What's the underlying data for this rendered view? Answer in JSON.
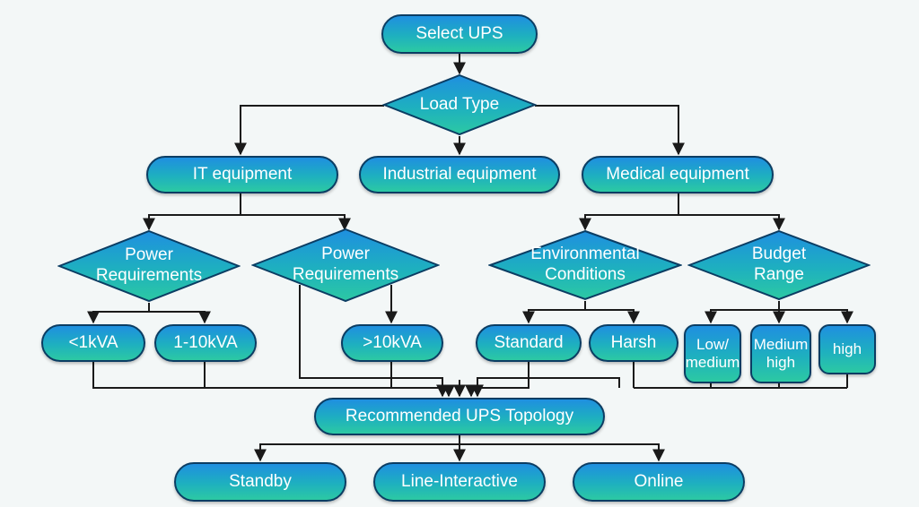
{
  "nodes": {
    "select_ups": "Select UPS",
    "load_type": "Load Type",
    "it_equipment": "IT equipment",
    "industrial_equipment": "Industrial equipment",
    "medical_equipment": "Medical equipment",
    "power_req_1": "Power\nRequirements",
    "power_req_2": "Power\nRequirements",
    "environmental_conditions": "Environmental\nConditions",
    "budget_range": "Budget\nRange",
    "lt_1kva": "<1kVA",
    "kva_1_10": "1-10kVA",
    "gt_10kva": ">10kVA",
    "standard": "Standard",
    "harsh": "Harsh",
    "low_medium": "Low/\nmedium",
    "medium_high": "Medium\nhigh",
    "high": "high",
    "recommended": "Recommended UPS Topology",
    "standby": "Standby",
    "line_interactive": "Line-Interactive",
    "online": "Online"
  },
  "colors": {
    "gradient_top": "#1f8fe0",
    "gradient_mid": "#1eb0bf",
    "gradient_bottom": "#2cc9a3",
    "border": "#0b3d63",
    "connector": "#1a1a1a",
    "background": "#f3f7f7"
  }
}
